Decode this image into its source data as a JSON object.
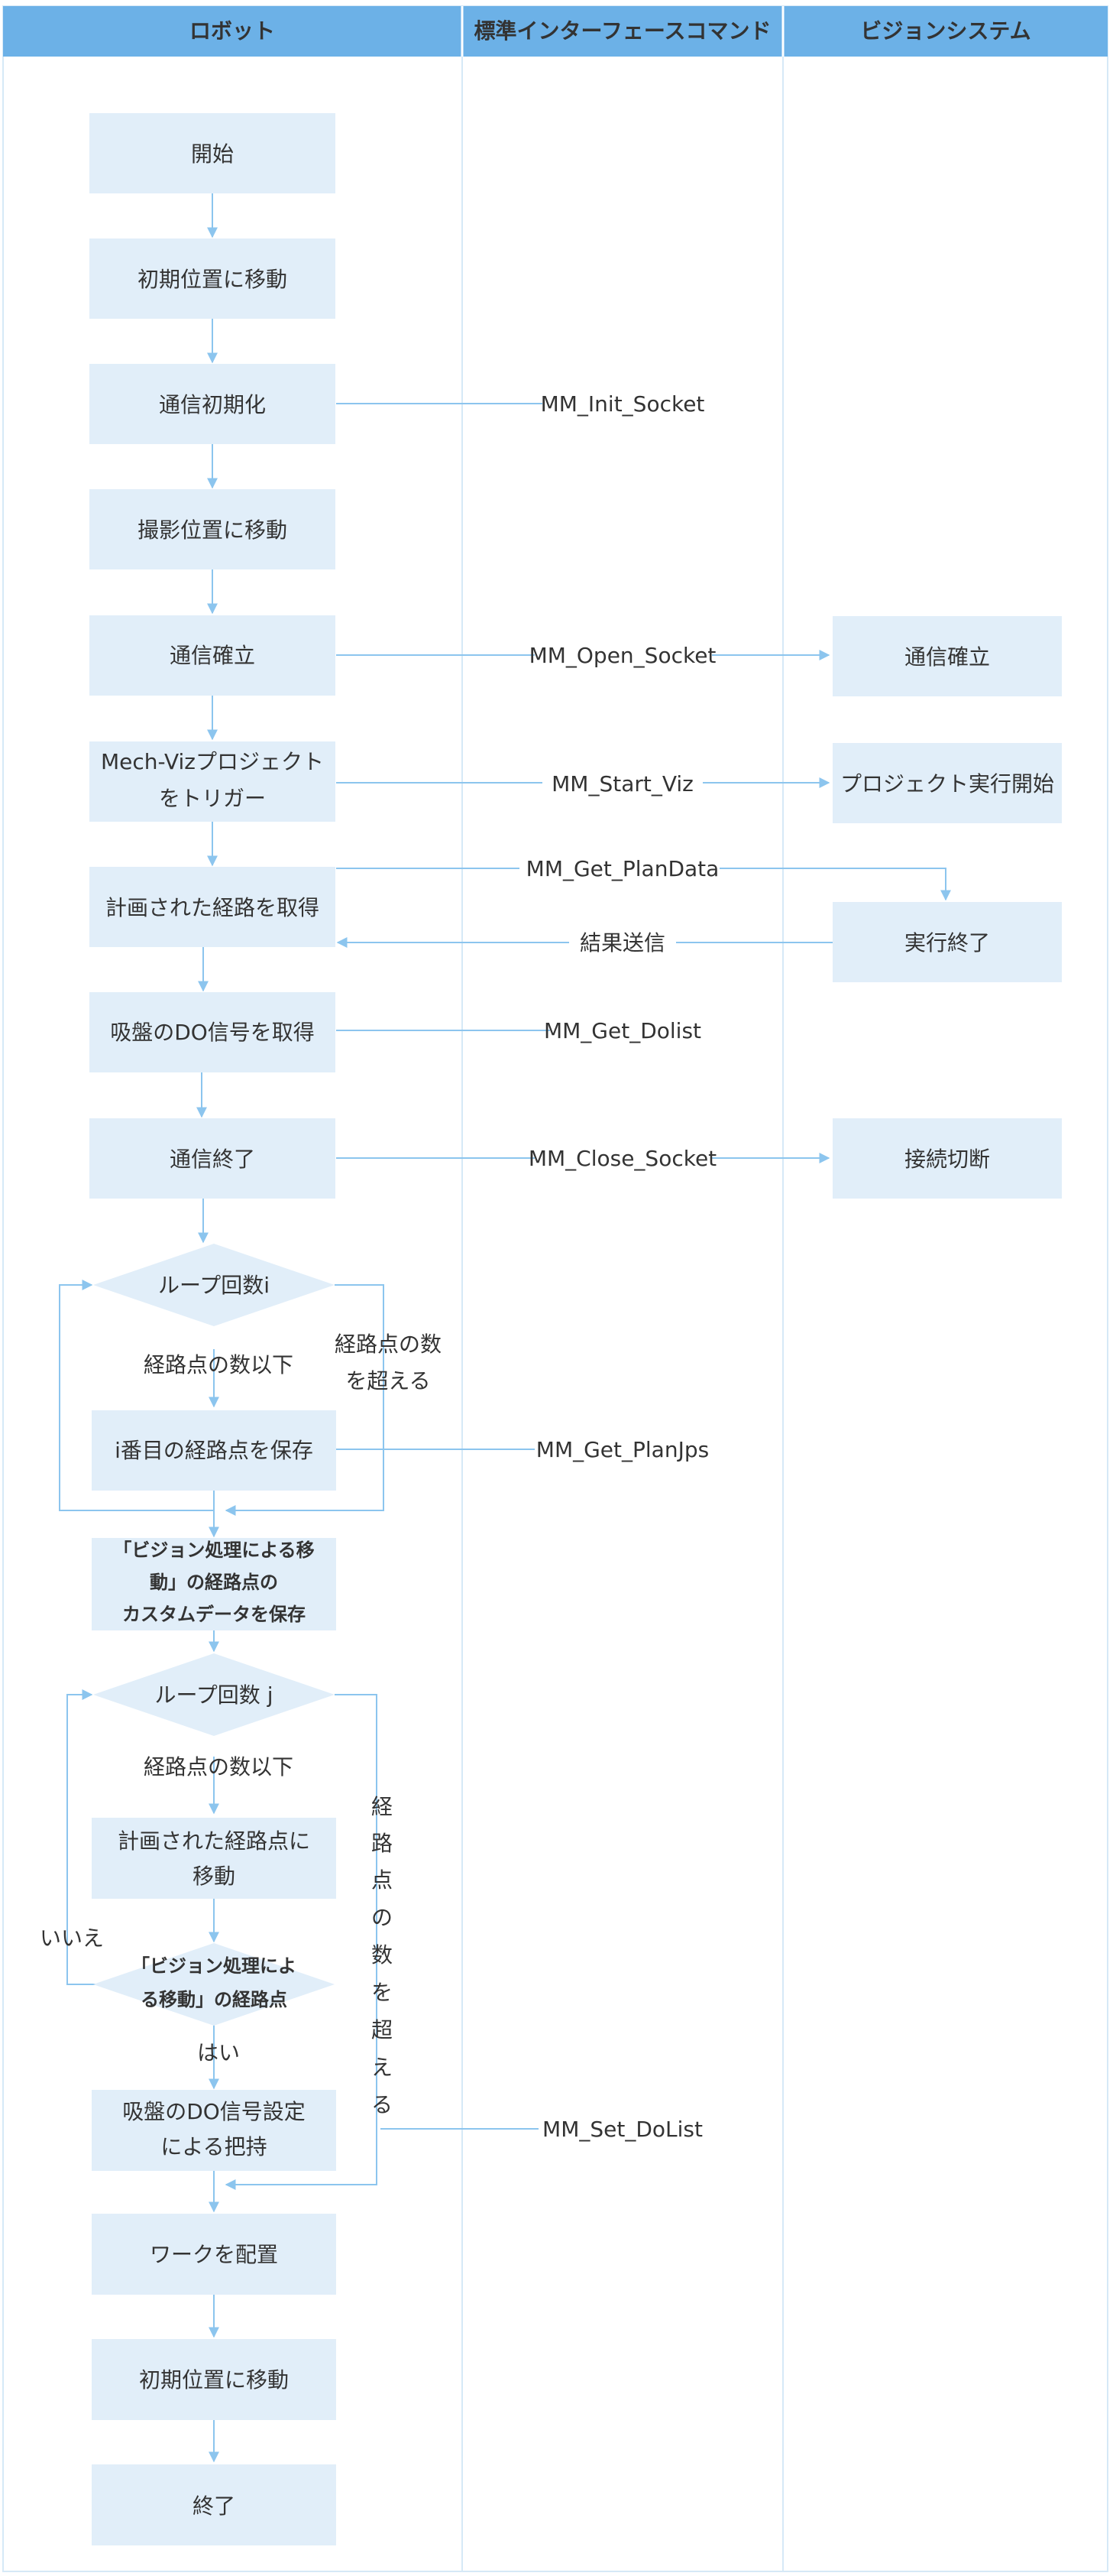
{
  "colors": {
    "header_bg": "#6CB1E7",
    "lane_border": "#D6E9F7",
    "box_fill": "#E1EEF9",
    "line": "#8CC5EE",
    "text": "#333333"
  },
  "lanes": {
    "robot": "ロボット",
    "interface": "標準インターフェースコマンド",
    "vision": "ビジョンシステム"
  },
  "robot_steps": {
    "start": "開始",
    "move_home_1": "初期位置に移動",
    "init_comm": "通信初期化",
    "move_capture": "撮影位置に移動",
    "establish_comm": "通信確立",
    "trigger_viz": [
      "Mech-Vizプロジェクト",
      "をトリガー"
    ],
    "get_path": "計画された経路を取得",
    "get_do": "吸盤のDO信号を取得",
    "end_comm": "通信終了",
    "loop_i": "ループ回数i",
    "save_point_i": "i番目の経路点を保存",
    "save_custom": [
      "「ビジョン処理による移",
      "動」の経路点の",
      "カスタムデータを保存"
    ],
    "loop_j": "ループ回数 j",
    "move_planned": [
      "計画された経路点に",
      "移動"
    ],
    "vision_move_check": [
      "「ビジョン処理によ",
      "る移動」の経路点"
    ],
    "set_do_pick": [
      "吸盤のDO信号設定",
      "による把持"
    ],
    "place_work": "ワークを配置",
    "move_home_2": "初期位置に移動",
    "end": "終了"
  },
  "vision_steps": {
    "establish_comm": "通信確立",
    "start_project": "プロジェクト実行開始",
    "exec_end": "実行終了",
    "disconnect": "接続切断"
  },
  "commands": {
    "init_socket": "MM_Init_Socket",
    "open_socket": "MM_Open_Socket",
    "start_viz": "MM_Start_Viz",
    "get_plan_data": "MM_Get_PlanData",
    "send_result": "結果送信",
    "get_dolist": "MM_Get_Dolist",
    "close_socket": "MM_Close_Socket",
    "get_plan_jps": "MM_Get_PlanJps",
    "set_dolist": "MM_Set_DoList"
  },
  "edge_labels": {
    "within_points_i": "経路点の数以下",
    "exceed_points_i": [
      "経路点の数",
      "を超える"
    ],
    "within_points_j": "経路点の数以下",
    "exceed_points_j": [
      "経",
      "路",
      "点",
      "の",
      "数",
      "を",
      "超",
      "え",
      "る"
    ],
    "no": "いいえ",
    "yes": "はい"
  }
}
